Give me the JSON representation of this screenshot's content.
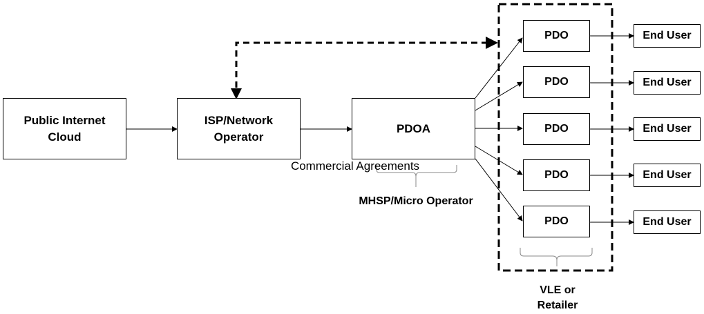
{
  "nodes": {
    "public_internet": "Public Internet\nCloud",
    "isp": "ISP/Network\nOperator",
    "pdoa": "PDOA",
    "pdo_1": "PDO",
    "pdo_2": "PDO",
    "pdo_3": "PDO",
    "pdo_4": "PDO",
    "pdo_5": "PDO",
    "end_user_1": "End User",
    "end_user_2": "End User",
    "end_user_3": "End User",
    "end_user_4": "End User",
    "end_user_5": "End User"
  },
  "labels": {
    "commercial_agreements": "Commercial Agreements",
    "mhsp": "MHSP/Micro Operator",
    "vle": "VLE or\nRetailer"
  }
}
